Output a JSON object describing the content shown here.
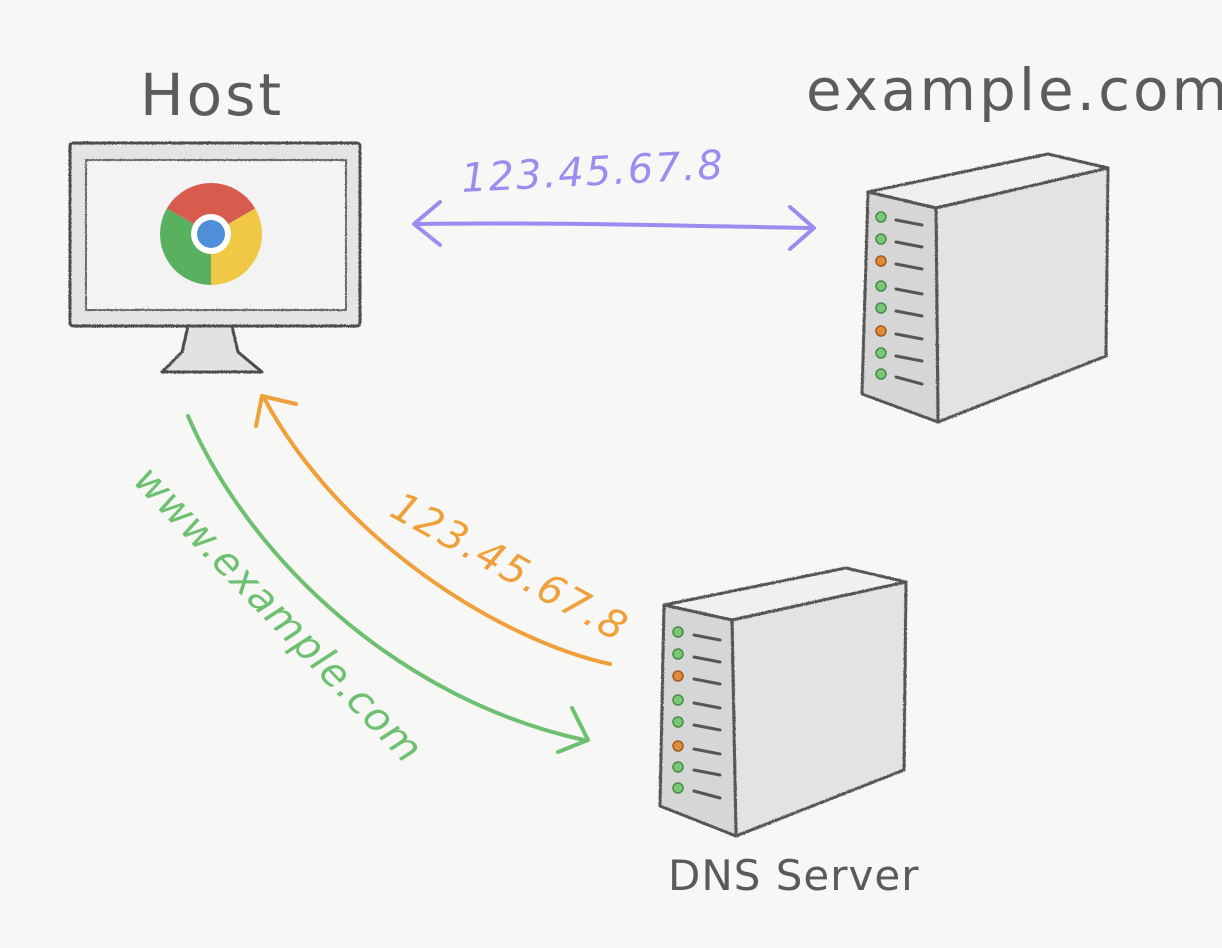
{
  "labels": {
    "host": "Host",
    "web_server": "example.com",
    "dns_server": "DNS Server",
    "ip_to_server": "123.45.67.8",
    "ip_from_dns": "123.45.67.8",
    "query_to_dns": "www.example.com"
  },
  "colors": {
    "purple": "#9c8cf0",
    "orange": "#f0a03a",
    "green": "#6cc070",
    "outline": "#555555",
    "server_face": "#e6e6e6",
    "server_side": "#d4d4d4",
    "led_green": "#78c878",
    "led_orange": "#e08a3c"
  },
  "icons": {
    "host": "computer-monitor-icon",
    "browser": "chrome-browser-icon",
    "web_server": "server-tower-icon",
    "dns_server": "server-tower-icon"
  }
}
